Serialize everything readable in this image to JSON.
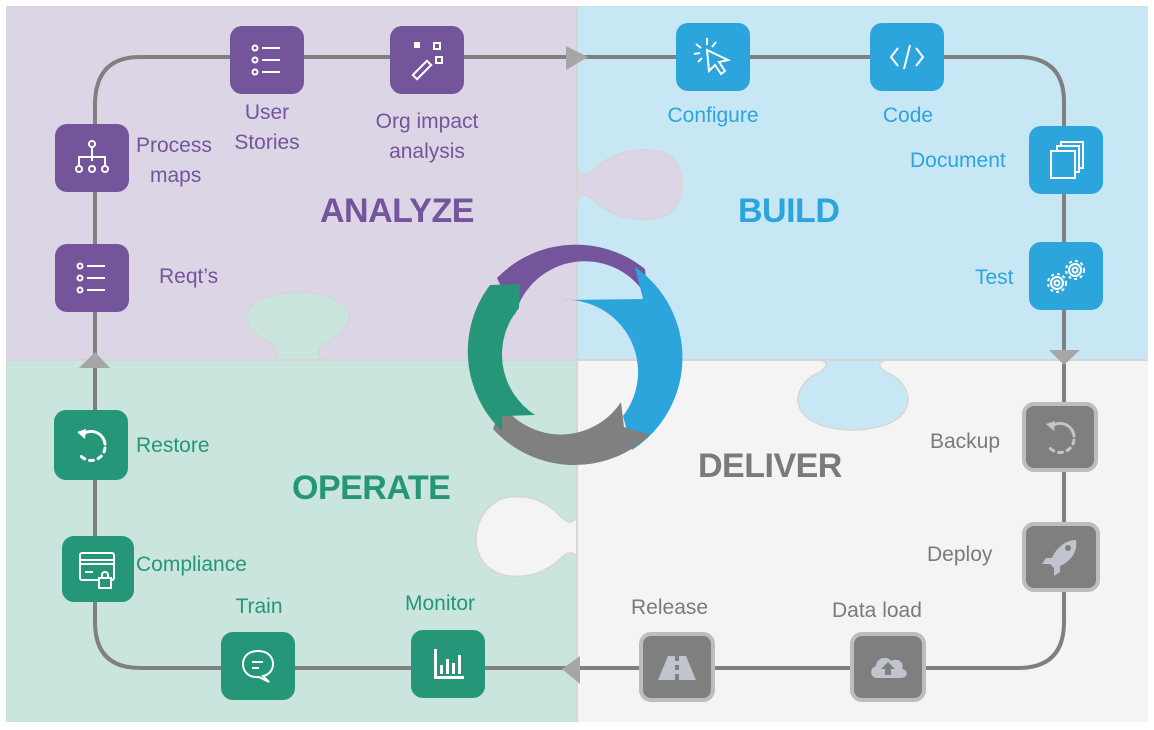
{
  "diagram": {
    "phases": {
      "analyze": {
        "title": "ANALYZE",
        "color": "#74559c",
        "bg": "#dcd5e6"
      },
      "build": {
        "title": "BUILD",
        "color": "#2ca4dc",
        "bg": "#c8e7f4"
      },
      "deliver": {
        "title": "DELIVER",
        "color": "#7f7f7f",
        "bg": "#f4f4f4"
      },
      "operate": {
        "title": "OPERATE",
        "color": "#259677",
        "bg": "#c9e5de"
      }
    },
    "steps": {
      "reqts": {
        "label": "Reqt’s",
        "icon": "list-icon"
      },
      "process_maps": {
        "label_line1": "Process",
        "label_line2": "maps",
        "icon": "org-chart-icon"
      },
      "user_stories": {
        "label_line1": "User",
        "label_line2": "Stories",
        "icon": "list-icon"
      },
      "org_impact": {
        "label_line1": "Org impact",
        "label_line2": "analysis",
        "icon": "magic-wand-icon"
      },
      "configure": {
        "label": "Configure",
        "icon": "cursor-click-icon"
      },
      "code": {
        "label": "Code",
        "icon": "code-icon"
      },
      "document": {
        "label": "Document",
        "icon": "documents-stack-icon"
      },
      "test": {
        "label": "Test",
        "icon": "gears-icon"
      },
      "backup": {
        "label": "Backup",
        "icon": "circular-arrow-icon"
      },
      "deploy": {
        "label": "Deploy",
        "icon": "rocket-icon"
      },
      "data_load": {
        "label": "Data load",
        "icon": "cloud-upload-icon"
      },
      "release": {
        "label": "Release",
        "icon": "road-icon"
      },
      "monitor": {
        "label": "Monitor",
        "icon": "bar-chart-icon"
      },
      "train": {
        "label": "Train",
        "icon": "chat-bubble-icon"
      },
      "compliance": {
        "label": "Compliance",
        "icon": "card-lock-icon"
      },
      "restore": {
        "label": "Restore",
        "icon": "circular-arrow-icon"
      }
    },
    "cycle_ring": {
      "segments": [
        {
          "phase": "ANALYZE",
          "color": "#74559c"
        },
        {
          "phase": "BUILD",
          "color": "#2ca4dc"
        },
        {
          "phase": "DELIVER",
          "color": "#7f7f7f"
        },
        {
          "phase": "OPERATE",
          "color": "#259677"
        }
      ]
    }
  }
}
